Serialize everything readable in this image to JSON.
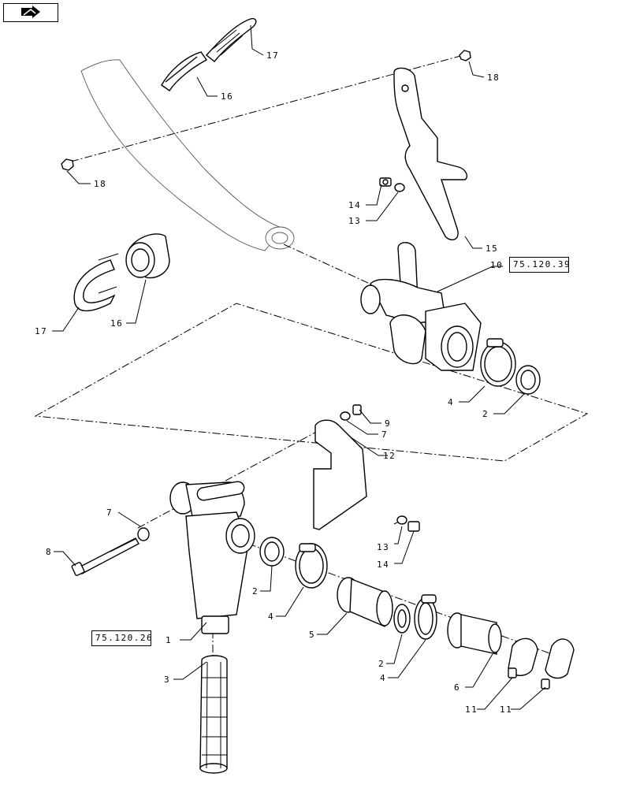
{
  "nav": {
    "icon": "navigate-back-arrow-icon"
  },
  "references": [
    {
      "id": "ref-75-120-39",
      "text": "75.120.39"
    },
    {
      "id": "ref-75-120-26",
      "text": "75.120.26"
    }
  ],
  "callouts": {
    "c17a": "17",
    "c16a": "16",
    "c18a": "18",
    "c18b": "18",
    "c14a": "14",
    "c13a": "13",
    "c15": "15",
    "c10": "10",
    "c17b": "17",
    "c16b": "16",
    "c4a": "4",
    "c2a": "2",
    "c9": "9",
    "c7a": "7",
    "c12": "12",
    "c7b": "7",
    "c8": "8",
    "c13b": "13",
    "c14b": "14",
    "c2b": "2",
    "c4b": "4",
    "c5": "5",
    "c1": "1",
    "c2c": "2",
    "c4c": "4",
    "c6": "6",
    "c3": "3",
    "c11a": "11",
    "c11b": "11"
  }
}
